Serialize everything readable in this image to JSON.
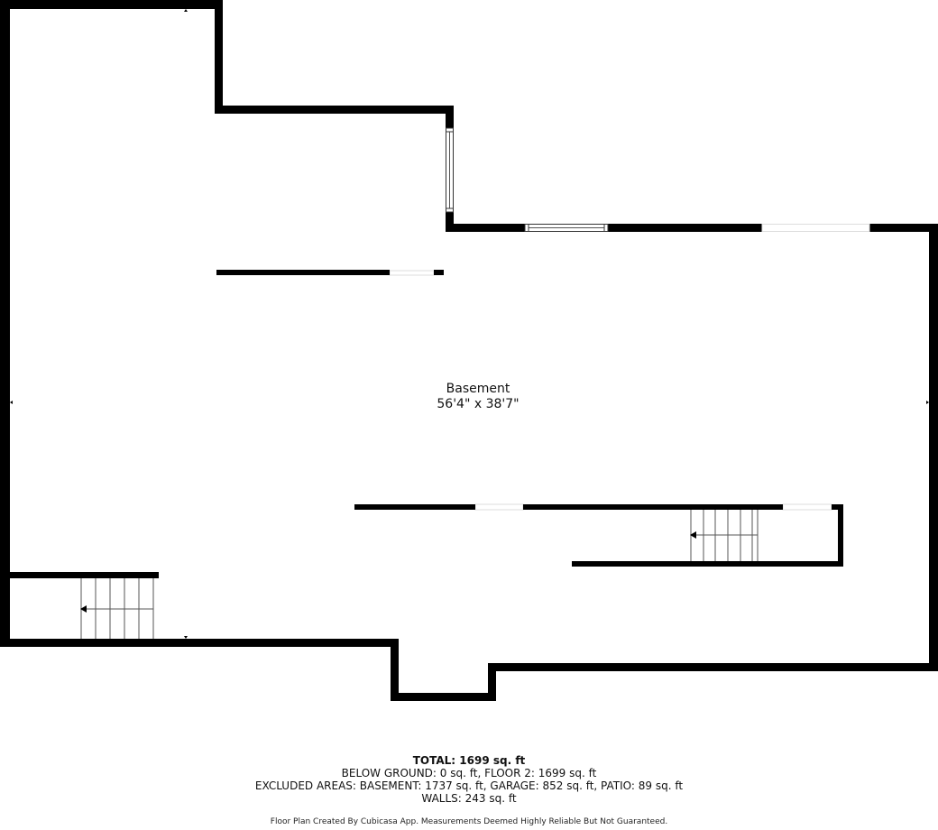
{
  "room": {
    "name": "Basement",
    "dimensions": "56'4\" x 38'7\""
  },
  "summary": {
    "total": "TOTAL: 1699 sq. ft",
    "below_ground": "BELOW GROUND: 0 sq. ft, FLOOR 2: 1699 sq. ft",
    "excluded": "EXCLUDED AREAS: BASEMENT: 1737 sq. ft, GARAGE: 852 sq. ft, PATIO: 89 sq. ft",
    "walls": "WALLS: 243 sq. ft"
  },
  "footer": {
    "disclaimer": "Floor Plan Created By Cubicasa App. Measurements Deemed Highly Reliable But Not Guaranteed."
  },
  "colors": {
    "wall": "#000000",
    "background": "#ffffff",
    "stair_line": "#555555",
    "opening": "#d9d9d9"
  }
}
